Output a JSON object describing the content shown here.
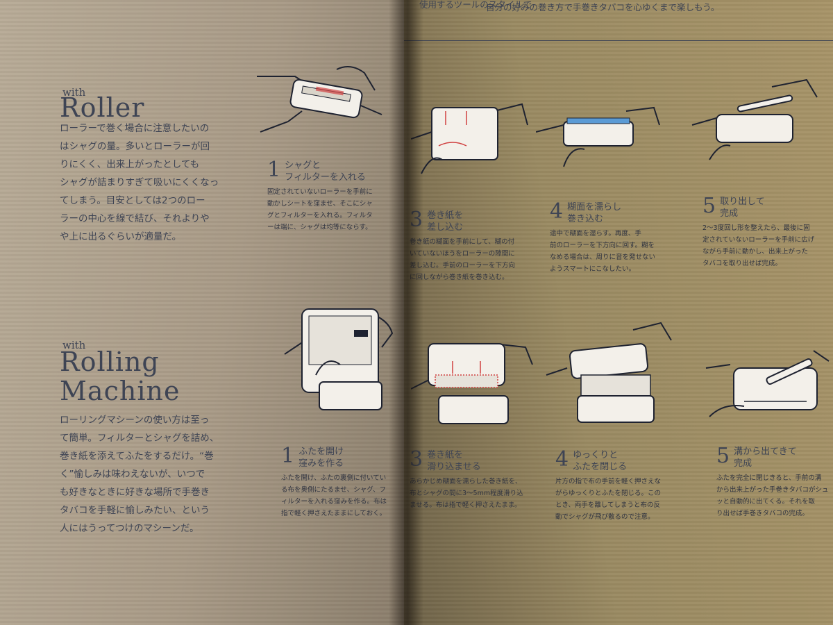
{
  "header": {
    "line1": "使用するツールのスタイルで",
    "line2": "自分の好みの巻き方で手巻きタバコを心ゆくまで楽しもう。"
  },
  "roller": {
    "with_label": "with",
    "title": "Roller",
    "intro": "ローラーで巻く場合に注意したいの\nはシャグの量。多いとローラーが回\nりにくく、出来上がったとしても\nシャグが詰まりすぎて吸いにくくなっ\nてしまう。目安としては2つのロー\nラーの中心を線で結び、それよりや\nや上に出るぐらいが適量だ。",
    "steps": [
      {
        "num": "1",
        "title": "シャグと\nフィルターを入れる",
        "desc": "固定されていないローラーを手前に\n動かしシートを窪ませ、そこにシャ\nグとフィルターを入れる。フィルタ\nーは端に、シャグは均等にならす。"
      },
      {
        "num": "3",
        "title": "巻き紙を\n差し込む",
        "desc": "巻き紙の糊面を手前にして、糊の付\nいていないほうをローラーの隙間に\n差し込む。手前のローラーを下方向\nに回しながら巻き紙を巻き込む。"
      },
      {
        "num": "4",
        "title": "糊面を濡らし\n巻き込む",
        "desc": "途中で糊面を湿らす。再度、手\n前のローラーを下方向に回す。糊を\nなめる場合は、周りに音を発せない\nようスマートにこなしたい。"
      },
      {
        "num": "5",
        "title": "取り出して\n完成",
        "desc": "2～3度回し形を整えたら、最後に固\n定されていないローラーを手前に広げ\nながら手前に動かし、出来上がった\nタバコを取り出せば完成。"
      }
    ]
  },
  "machine": {
    "with_label": "with",
    "title_line1": "Rolling",
    "title_line2": "Machine",
    "intro": "ローリングマシーンの使い方は至っ\nて簡単。フィルターとシャグを詰め、\n巻き紙を添えてふたをするだけ。“巻\nく”愉しみは味わえないが、いつで\nも好きなときに好きな場所で手巻き\nタバコを手軽に愉しみたい、という\n人にはうってつけのマシーンだ。",
    "steps": [
      {
        "num": "1",
        "title": "ふたを開け\n窪みを作る",
        "desc": "ふたを開け、ふたの裏側に付いてい\nる布を奥側にたるませ、シャグ、フ\nィルターを入れる窪みを作る。布は\n指で軽く押さえたままにしておく。"
      },
      {
        "num": "3",
        "title": "巻き紙を\n滑り込ませる",
        "desc": "あらかじめ糊面を濡らした巻き紙を、\n布とシャグの間に3～5mm程度滑り込\nませる。布は指で軽く押さえたまま。"
      },
      {
        "num": "4",
        "title": "ゆっくりと\nふたを閉じる",
        "desc": "片方の指で布の手前を軽く押さえな\nがらゆっくりとふたを閉じる。この\nとき、両手を離してしまうと布の反\n動でシャグが飛び散るので注意。"
      },
      {
        "num": "5",
        "title": "溝から出てきて\n完成",
        "desc": "ふたを完全に閉じきると、手前の溝\nから出来上がった手巻きタバコがシュ\nッと自動的に出てくる。それを取\nり出せば手巻きタバコの完成。"
      }
    ]
  },
  "colors": {
    "ink": "#3e4454",
    "paper_left": "#ab9e8a",
    "paper_right": "#9e8d64",
    "paper_accent": "#f3f0ea",
    "blue_accent": "#5b9bd5",
    "red_accent": "#d04040"
  }
}
